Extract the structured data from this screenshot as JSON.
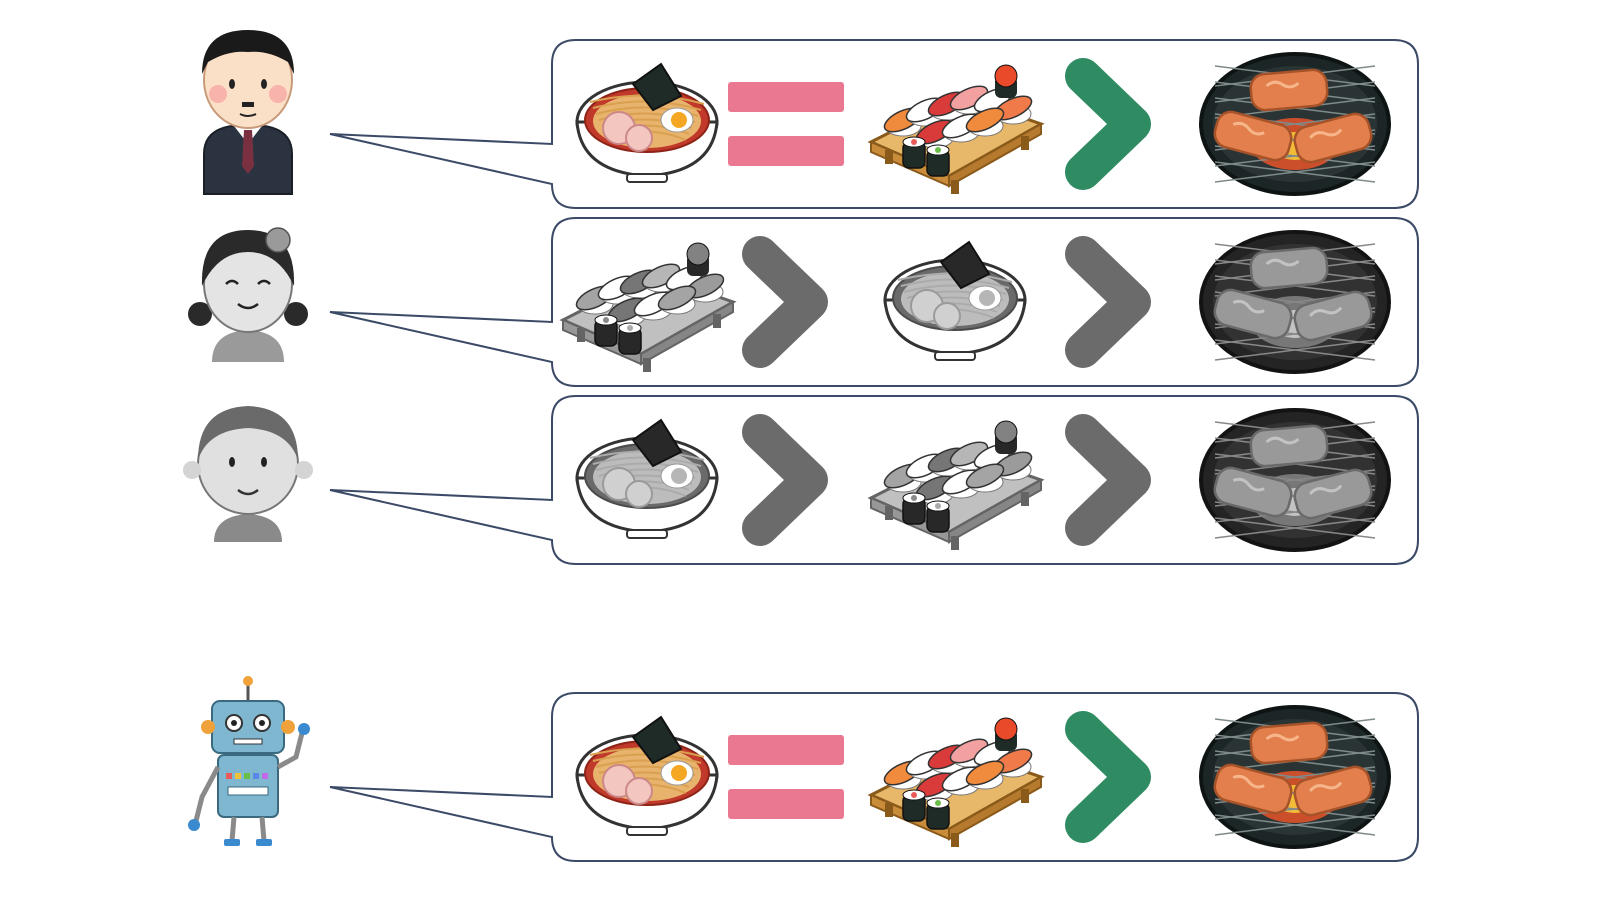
{
  "colors": {
    "bubble_stroke": "#3b4a66",
    "equal_bar": "#ea7891",
    "gt_active": "#2f8c62",
    "gt_inactive": "#6b6b6b",
    "grill_fire": "#e8552a",
    "meat": "#e27f4d"
  },
  "rows": [
    {
      "id": "man",
      "person": "salaryman-avatar",
      "highlighted": true,
      "items": [
        {
          "kind": "food",
          "food": "ramen"
        },
        {
          "kind": "op",
          "op": "equal"
        },
        {
          "kind": "food",
          "food": "sushi"
        },
        {
          "kind": "op",
          "op": "greater"
        },
        {
          "kind": "food",
          "food": "yakiniku"
        }
      ]
    },
    {
      "id": "girl",
      "person": "girl-avatar",
      "highlighted": false,
      "items": [
        {
          "kind": "food",
          "food": "sushi"
        },
        {
          "kind": "op",
          "op": "greater"
        },
        {
          "kind": "food",
          "food": "ramen"
        },
        {
          "kind": "op",
          "op": "greater"
        },
        {
          "kind": "food",
          "food": "yakiniku"
        }
      ]
    },
    {
      "id": "grandma",
      "person": "elderly-avatar",
      "highlighted": false,
      "items": [
        {
          "kind": "food",
          "food": "ramen"
        },
        {
          "kind": "op",
          "op": "greater"
        },
        {
          "kind": "food",
          "food": "sushi"
        },
        {
          "kind": "op",
          "op": "greater"
        },
        {
          "kind": "food",
          "food": "yakiniku"
        }
      ]
    },
    {
      "id": "robot",
      "person": "robot-avatar",
      "highlighted": true,
      "items": [
        {
          "kind": "food",
          "food": "ramen"
        },
        {
          "kind": "op",
          "op": "equal"
        },
        {
          "kind": "food",
          "food": "sushi"
        },
        {
          "kind": "op",
          "op": "greater"
        },
        {
          "kind": "food",
          "food": "yakiniku"
        }
      ]
    }
  ]
}
